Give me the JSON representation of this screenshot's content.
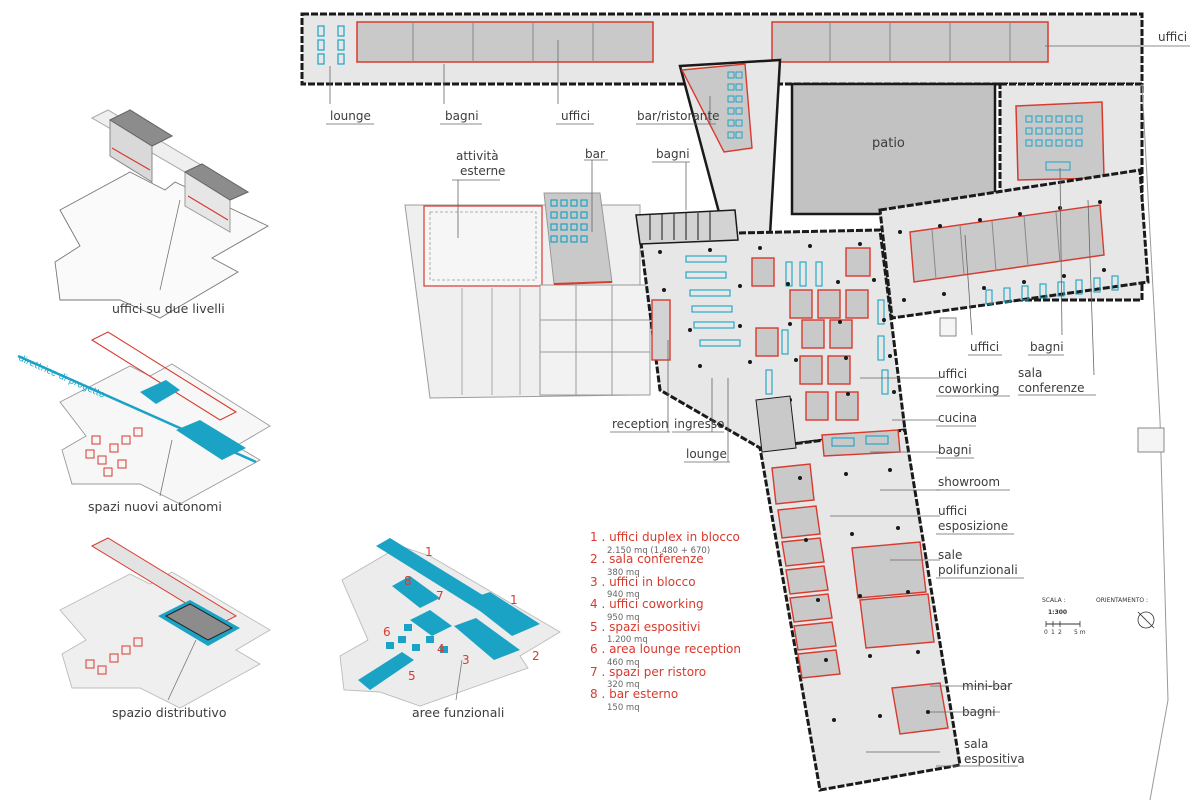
{
  "labels": {
    "uffici_top": "uffici",
    "lounge_top": "lounge",
    "bagni_top": "bagni",
    "uffici_mid": "uffici",
    "bar_ristorante": "bar/ristorante",
    "patio": "patio",
    "attivita_1": "attività",
    "attivita_2": "esterne",
    "bar": "bar",
    "bagni_center": "bagni",
    "uffici_right": "uffici",
    "bagni_right": "bagni",
    "sala_conf_1": "sala",
    "sala_conf_2": "conferenze",
    "uffici_cow_1": "uffici",
    "uffici_cow_2": "coworking",
    "cucina": "cucina",
    "bagni_east": "bagni",
    "showroom": "showroom",
    "uffici_esp_1": "uffici",
    "uffici_esp_2": "esposizione",
    "sale_poli_1": "sale",
    "sale_poli_2": "polifunzionali",
    "reception": "reception",
    "ingresso": "ingresso",
    "lounge_bottom": "lounge",
    "mini_bar": "mini-bar",
    "bagni_bottom": "bagni",
    "sala_esp_1": "sala",
    "sala_esp_2": "espositiva"
  },
  "diagrams": {
    "d1": "uffici su due livelli",
    "d2": "spazi nuovi autonomi",
    "d2_axis": "direttrice di progetto",
    "d3": "spazio distributivo",
    "d4": "aree funzionali",
    "d4_numbers": [
      "1",
      "1",
      "2",
      "3",
      "4",
      "5",
      "6",
      "7",
      "8"
    ]
  },
  "legend": [
    {
      "title": "1 . uffici duplex in blocco",
      "sub": "2.150 mq (1.480 + 670)"
    },
    {
      "title": "2 . sala conferenze",
      "sub": "380 mq"
    },
    {
      "title": "3 . uffici in blocco",
      "sub": "940 mq"
    },
    {
      "title": "4 . uffici coworking",
      "sub": "950 mq"
    },
    {
      "title": "5 . spazi espositivi",
      "sub": "1.200 mq"
    },
    {
      "title": "6 . area lounge reception",
      "sub": "460 mq"
    },
    {
      "title": "7 . spazi per ristoro",
      "sub": "320 mq"
    },
    {
      "title": "8 . bar esterno",
      "sub": "150 mq"
    }
  ],
  "scale": {
    "label": "SCALA :",
    "ratio": "1:300",
    "orient": "ORIENTAMENTO :",
    "ticks": [
      "0",
      "1",
      "2",
      "5 m"
    ]
  },
  "colors": {
    "red": "#d83a2e",
    "cyan": "#1ba3c6",
    "wall": "#1a1a1a",
    "floor": "#e7e7e7",
    "block": "#c9c9c9"
  }
}
